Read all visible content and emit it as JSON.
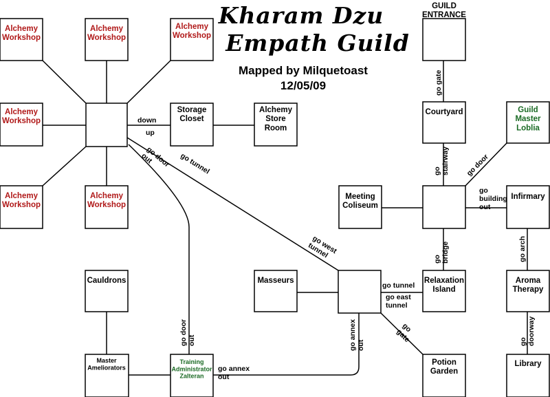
{
  "title": {
    "line1": "Kharam Dzu",
    "line2": "Empath Guild",
    "credit": "Mapped by Milquetoast",
    "date": "12/05/09"
  },
  "rooms": {
    "alchemy_workshop_1": "Alchemy\nWorkshop",
    "alchemy_workshop_2": "Alchemy\nWorkshop",
    "alchemy_workshop_3": "Alchemy\nWorkshop",
    "alchemy_workshop_4": "Alchemy\nWorkshop",
    "alchemy_workshop_5": "Alchemy\nWorkshop",
    "alchemy_workshop_6": "Alchemy\nWorkshop",
    "hub": "",
    "storage_closet": "Storage\nCloset",
    "alchemy_store_room": "Alchemy\nStore\nRoom",
    "guild_entrance": "GUILD\nENTRANCE",
    "courtyard": "Courtyard",
    "guild_master": "Guild\nMaster\nLoblia",
    "junction": "",
    "meeting_coliseum": "Meeting\nColiseum",
    "infirmary": "Infirmary",
    "relaxation_island": "Relaxation\nIsland",
    "aroma_therapy": "Aroma\nTherapy",
    "library": "Library",
    "center": "",
    "masseurs": "Masseurs",
    "potion_garden": "Potion\nGarden",
    "cauldrons": "Cauldrons",
    "master_ameliorators": "Master\nAmeliorators",
    "training_administrator": "Training\nAdministrator\nZalteran"
  },
  "exits": {
    "down": "down",
    "up": "up",
    "go_door_out_hub": "go door\nout",
    "go_tunnel": "go tunnel",
    "go_west_tunnel": "go west\ntunnel",
    "go_gate_entrance": "go gate",
    "go_stairway": "go\nstairway",
    "go_door_master": "go door",
    "go_building_out": "go\nbuilding\nout",
    "go_bridge": "go\nbridge",
    "go_arch": "go arch",
    "go_tunnel_relax": "go tunnel",
    "go_east_tunnel": "go east\ntunnel",
    "go_doorway": "go\ndoorway",
    "go_annex_out_center": "go annex\nout",
    "go_gate_potion": "go\ngate",
    "go_door_out_training": "go door\nout",
    "go_annex_out_training": "go annex\nout"
  },
  "colors": {
    "alchemy_workshop": "#b01818",
    "npc": "#1a6a24",
    "default_text": "#000000"
  }
}
